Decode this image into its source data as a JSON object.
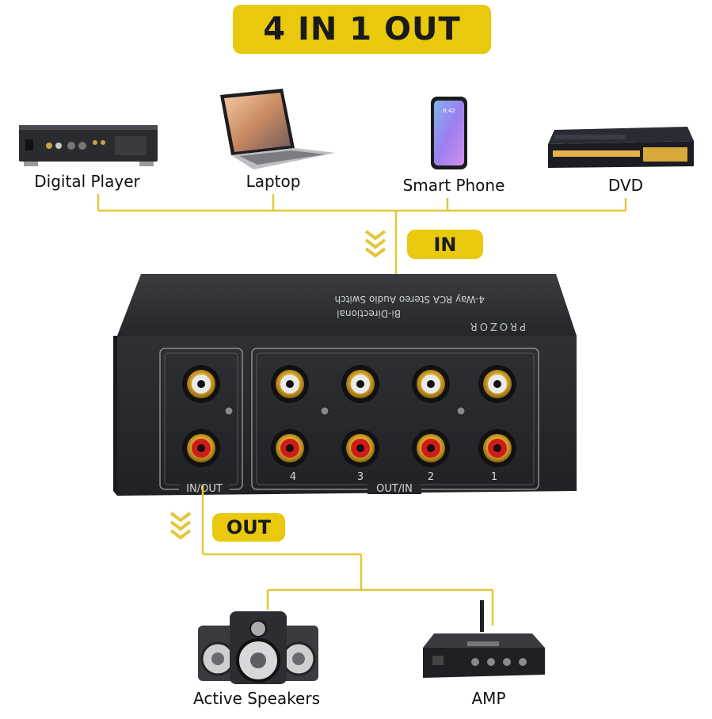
{
  "title": "4 IN 1 OUT",
  "in_label": "IN",
  "out_label": "OUT",
  "sources": {
    "digital_player": "Digital Player",
    "laptop": "Laptop",
    "smart_phone": "Smart Phone",
    "dvd": "DVD"
  },
  "outputs": {
    "active_speakers": "Active Speakers",
    "amp": "AMP"
  },
  "device": {
    "brand": "PROZOR",
    "name_line1": "4-Way RCA Stereo Audio Switch",
    "name_line2": "Bi-Directional",
    "port_group_left": "IN/OUT",
    "port_group_right": "OUT/IN",
    "port_numbers": [
      "4",
      "3",
      "2",
      "1"
    ],
    "phone_time": "8:42"
  },
  "colors": {
    "accent_yellow": "#e8c90e",
    "connector_line": "#e2c73a",
    "device_body": "#2b2d30",
    "rca_white": "#e9e9e9",
    "rca_red": "#d11b1b"
  }
}
